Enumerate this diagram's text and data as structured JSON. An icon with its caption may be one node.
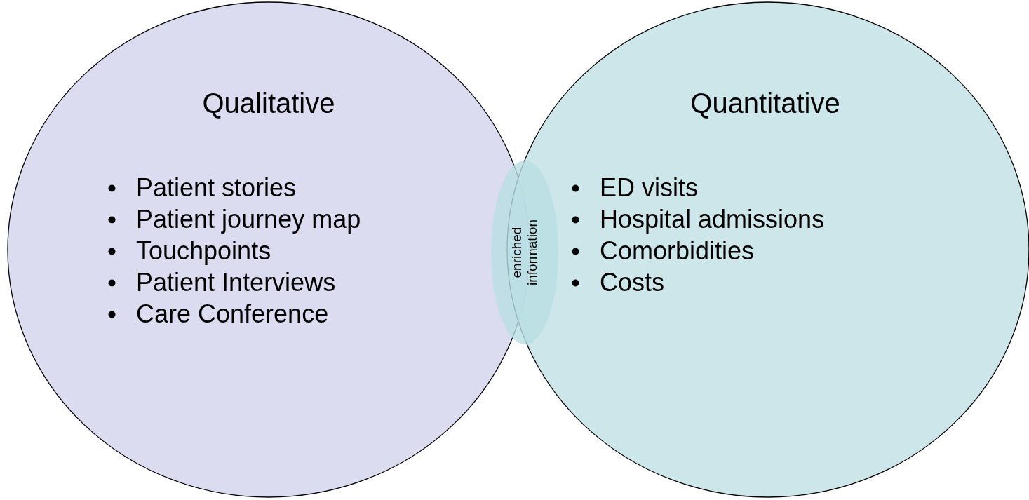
{
  "diagram": {
    "nodes": [
      {
        "text": [
          "Qualitative",
          "Patient stories",
          "Patient journey map",
          "Touchpoints",
          "Patient Interviews",
          "Care Conference"
        ]
      },
      {
        "text": [
          "Quantitative",
          "ED visits",
          "Hospital admissions",
          "Comorbidities",
          "Costs"
        ]
      },
      {
        "text": [
          "enriched information"
        ]
      }
    ]
  }
}
